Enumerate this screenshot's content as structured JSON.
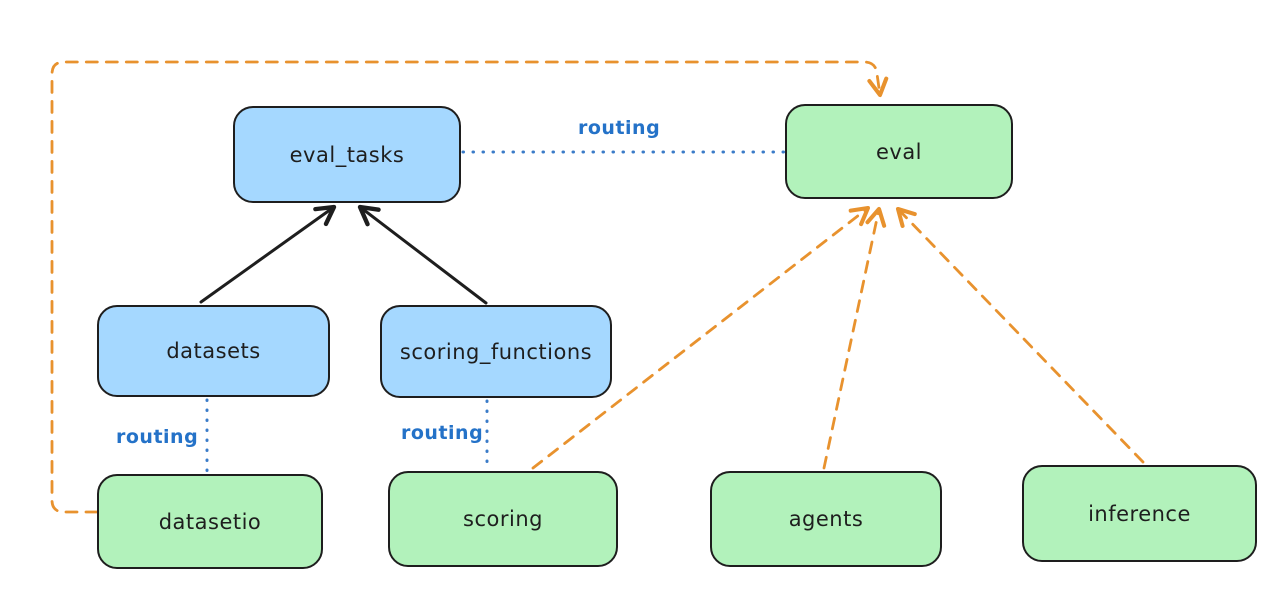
{
  "diagram": {
    "background": "#ffffff",
    "colors": {
      "node_blue_fill": "#a5d8ff",
      "node_green_fill": "#b2f2bb",
      "node_stroke": "#1e1e1e",
      "routing_blue": "#2472c8",
      "arrow_orange": "#e8922e",
      "arrow_black": "#1e1e1e"
    },
    "nodes": [
      {
        "id": "eval_tasks",
        "label": "eval_tasks",
        "color": "blue"
      },
      {
        "id": "eval",
        "label": "eval",
        "color": "green"
      },
      {
        "id": "datasets",
        "label": "datasets",
        "color": "blue"
      },
      {
        "id": "scoring_functions",
        "label": "scoring_functions",
        "color": "blue"
      },
      {
        "id": "datasetio",
        "label": "datasetio",
        "color": "green"
      },
      {
        "id": "scoring",
        "label": "scoring",
        "color": "green"
      },
      {
        "id": "agents",
        "label": "agents",
        "color": "green"
      },
      {
        "id": "inference",
        "label": "inference",
        "color": "green"
      }
    ],
    "edge_labels": [
      {
        "id": "routing-eval-tasks-eval",
        "text": "routing"
      },
      {
        "id": "routing-datasets-datasetio",
        "text": "routing"
      },
      {
        "id": "routing-scoring-functions-scoring",
        "text": "routing"
      }
    ],
    "edges": [
      {
        "from": "datasets",
        "to": "eval_tasks",
        "style": "solid-black-arrow"
      },
      {
        "from": "scoring_functions",
        "to": "eval_tasks",
        "style": "solid-black-arrow"
      },
      {
        "from": "eval_tasks",
        "to": "eval",
        "style": "dotted-blue",
        "label": "routing"
      },
      {
        "from": "datasets",
        "to": "datasetio",
        "style": "dotted-blue",
        "label": "routing"
      },
      {
        "from": "scoring_functions",
        "to": "scoring",
        "style": "dotted-blue",
        "label": "routing"
      },
      {
        "from": "datasetio",
        "to": "eval",
        "style": "dashed-orange-arrow"
      },
      {
        "from": "scoring",
        "to": "eval",
        "style": "dashed-orange-arrow"
      },
      {
        "from": "agents",
        "to": "eval",
        "style": "dashed-orange-arrow"
      },
      {
        "from": "inference",
        "to": "eval",
        "style": "dashed-orange-arrow"
      }
    ]
  }
}
